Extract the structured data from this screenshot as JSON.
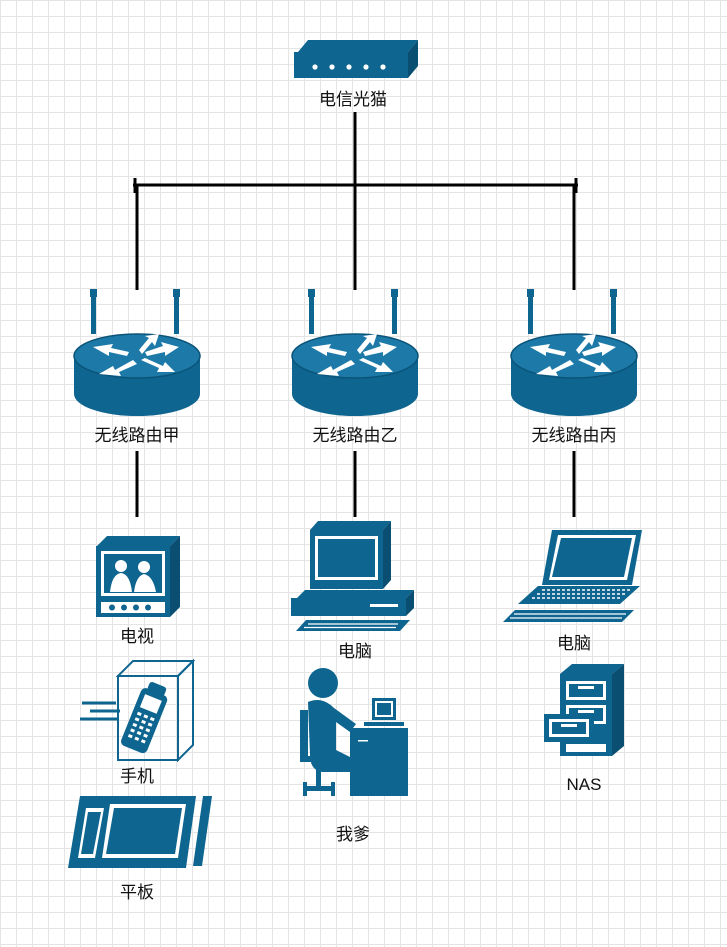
{
  "modem": {
    "label": "电信光猫",
    "icon": "modem-icon"
  },
  "routers": [
    {
      "label": "无线路由甲",
      "icon": "wireless-router-icon"
    },
    {
      "label": "无线路由乙",
      "icon": "wireless-router-icon"
    },
    {
      "label": "无线路由丙",
      "icon": "wireless-router-icon"
    }
  ],
  "devices": {
    "tv": {
      "label": "电视",
      "icon": "tv-icon"
    },
    "phone": {
      "label": "手机",
      "icon": "mobile-phone-icon"
    },
    "tablet": {
      "label": "平板",
      "icon": "tablet-icon"
    },
    "pc": {
      "label": "电脑",
      "icon": "desktop-pc-icon"
    },
    "dad": {
      "label": "我爹",
      "icon": "user-at-desk-icon"
    },
    "laptop": {
      "label": "电脑",
      "icon": "laptop-icon"
    },
    "nas": {
      "label": "NAS",
      "icon": "file-cabinet-icon"
    }
  },
  "colors": {
    "device": "#0e6590",
    "line": "#000000",
    "grid": "#e4e4e4"
  }
}
